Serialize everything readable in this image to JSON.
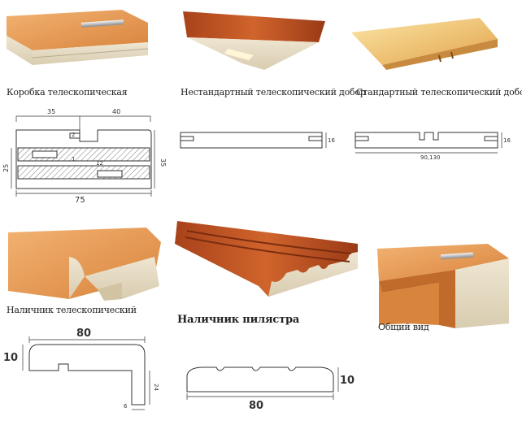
{
  "captions": {
    "korobka": "Коробка телескопическая",
    "nonstandard_dobor": "Нестандартный телескопический добор",
    "standard_dobor": "Стандартный телескопический добор",
    "nalichnik_tel": "Наличник телескопический",
    "nalichnik_pil": "Наличник пилястра",
    "general_view": "Общий вид"
  },
  "dimensions": {
    "korobka": {
      "top_left": "35",
      "top_right": "40",
      "small": "2",
      "height_right": "35",
      "height_left": "25",
      "width": "75",
      "inner_a": "1",
      "inner_b": "12"
    },
    "nonstandard_dobor": {
      "thickness": "16"
    },
    "standard_dobor": {
      "thickness": "16",
      "width": "90,130"
    },
    "nalichnik_tel": {
      "width": "80",
      "thickness": "10",
      "leg": "24",
      "foot": "6"
    },
    "nalichnik_pil": {
      "width": "80",
      "thickness": "10"
    }
  },
  "colors": {
    "wood_light": "#e8a060",
    "wood_dark": "#c05a22",
    "mdf": "#e6dcc6",
    "line": "#333333"
  }
}
